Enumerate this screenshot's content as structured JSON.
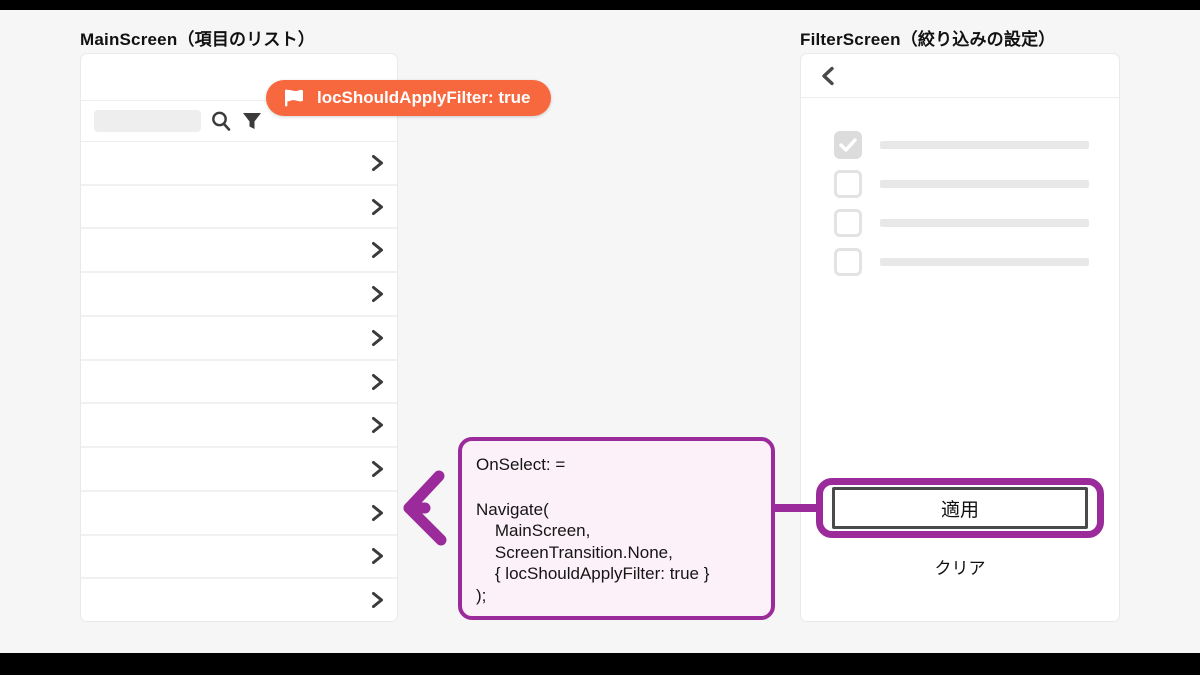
{
  "colors": {
    "accent_orange": "#f7683f",
    "accent_purple": "#9b2b9b",
    "code_box_bg": "#fdf1f9",
    "icon_dark": "#3b3b3b",
    "letterbox": "#000000"
  },
  "main_screen": {
    "title": "MainScreen（項目のリスト）",
    "search_placeholder": "",
    "search_value": "",
    "list_row_count": 11,
    "row_icon": "chevron-right-icon"
  },
  "flag_badge": {
    "icon": "flag-icon",
    "label": "locShouldApplyFilter: true"
  },
  "filter_screen": {
    "title": "FilterScreen（絞り込みの設定）",
    "back_icon": "chevron-left-icon",
    "checkboxes": [
      true,
      false,
      false,
      false
    ],
    "apply_label": "適用",
    "clear_label": "クリア"
  },
  "code_box": {
    "lines": [
      "OnSelect: =",
      "",
      "Navigate(",
      "    MainScreen,",
      "    ScreenTransition.None,",
      "    { locShouldApplyFilter: true }",
      ");"
    ]
  }
}
